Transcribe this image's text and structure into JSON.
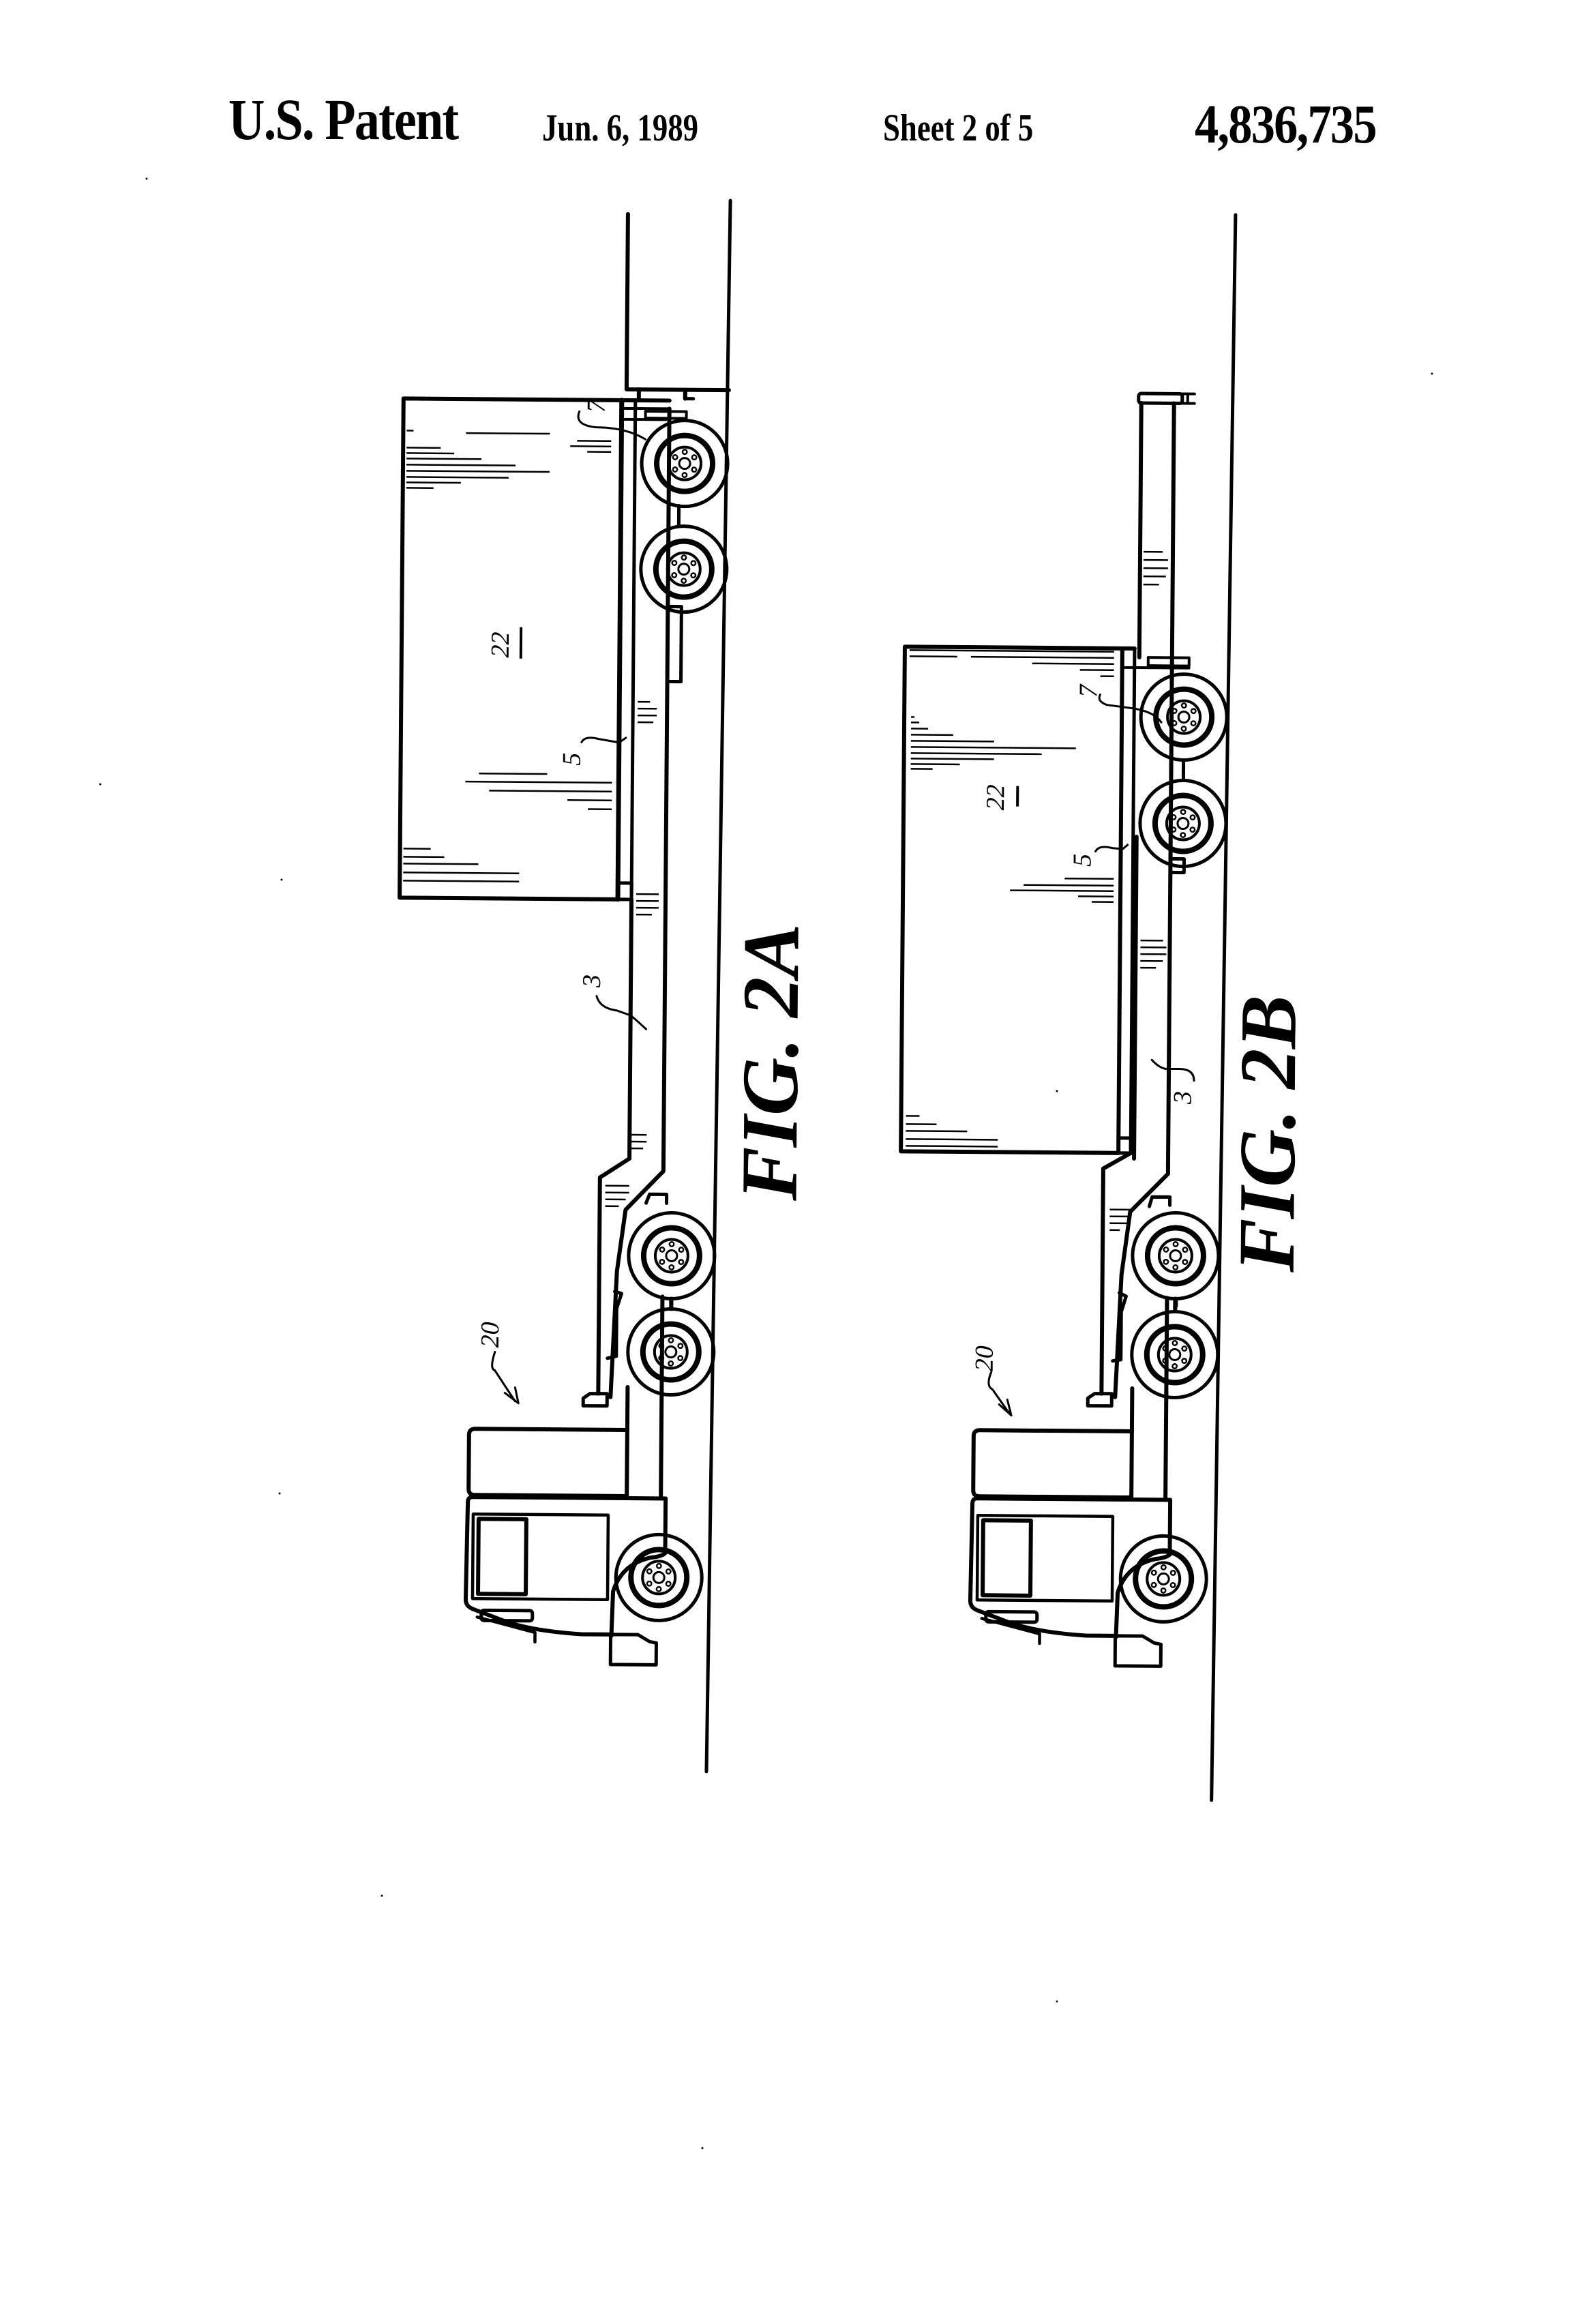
{
  "header": {
    "title": "U.S. Patent",
    "date": "Jun. 6, 1989",
    "sheet": "Sheet 2 of 5",
    "patent_number": "4,836,735"
  },
  "figures": [
    {
      "id": "fig-2a",
      "label": "FIG. 2A",
      "orientation": "rotated-90-ccw",
      "reference_numerals": {
        "vehicle": "20",
        "trailer_frame": "3",
        "deck": "5",
        "rear_axle_assembly": "7",
        "cargo_container": "22"
      }
    },
    {
      "id": "fig-2b",
      "label": "FIG. 2B",
      "orientation": "rotated-90-ccw",
      "reference_numerals": {
        "vehicle": "20",
        "trailer_frame": "3",
        "deck": "5",
        "rear_axle_assembly": "7",
        "cargo_container": "22"
      }
    }
  ],
  "colors": {
    "ink": "#000000",
    "paper": "#ffffff"
  }
}
